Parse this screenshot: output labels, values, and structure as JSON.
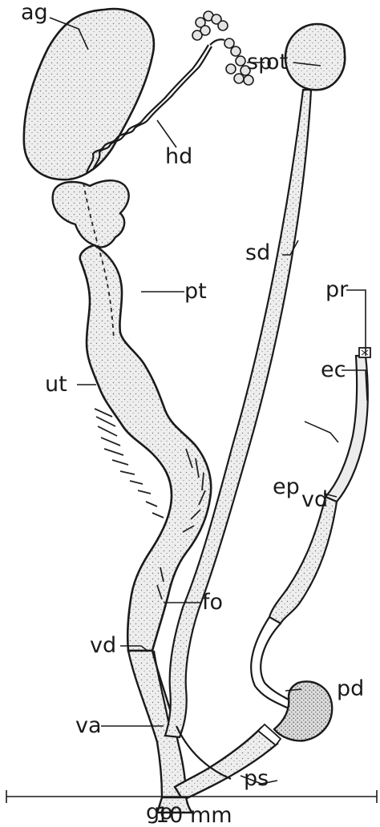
{
  "labels": {
    "ag": "ag",
    "hd": "hd",
    "ot": "ot",
    "sp": "sp",
    "sd": "sd",
    "pt": "pt",
    "ut": "ut",
    "pr": "pr",
    "ec": "ec",
    "ep": "ep",
    "vd_right": "vd",
    "fo": "fo",
    "vd_left": "vd",
    "pd": "pd",
    "va": "va",
    "ps": "ps",
    "go": "go"
  },
  "scale_bar": {
    "label": "10 mm"
  }
}
